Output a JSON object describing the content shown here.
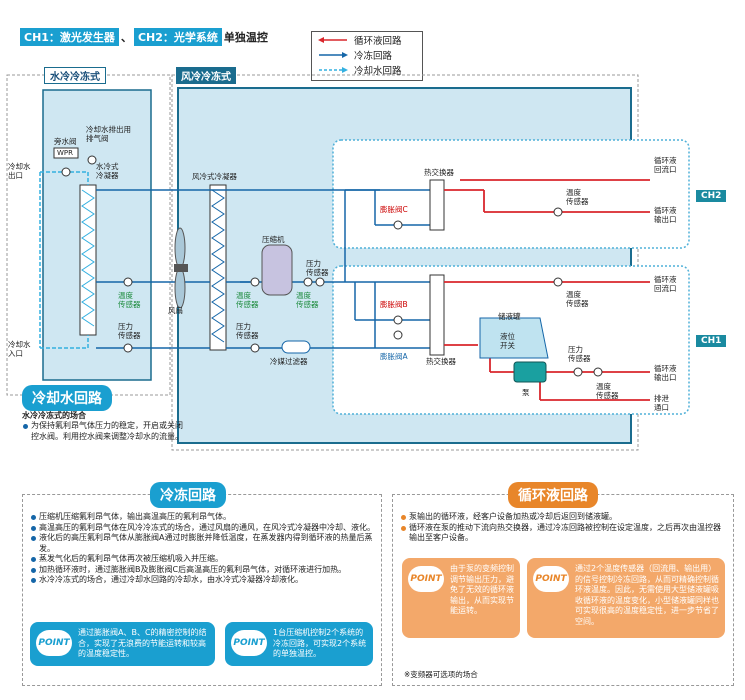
{
  "header": {
    "ch1_label": "CH1：激光发生器",
    "sep": "、",
    "ch2_label": "CH2：光学系统",
    "suffix": "单独温控"
  },
  "legend": [
    {
      "label": "循环液回路",
      "color": "#d9262c"
    },
    {
      "label": "冷冻回路",
      "color": "#1566a8"
    },
    {
      "label": "冷却水回路",
      "color": "#33b0e0"
    }
  ],
  "sections": {
    "water_cooled": "水冷冷冻式",
    "air_cooled": "风冷冷冻式"
  },
  "labels": {
    "bypass_valve": "旁水阀",
    "wpr": "WPR",
    "drain_valve": "冷却水排出用\n排气阀",
    "water_condenser": "水冷式\n冷凝器",
    "air_condenser": "风冷式冷凝器",
    "cooling_water_out": "冷却水\n出口",
    "cooling_water_in": "冷却水\n入口",
    "fan": "风扇",
    "compressor": "压缩机",
    "temp_sensor": "温度\n传感器",
    "pressure_sensor": "压力\n传感器",
    "heat_exchanger": "热交换器",
    "expansion_c": "膨胀阀C",
    "expansion_b": "膨胀阀B",
    "expansion_a": "膨胀阀A",
    "refrigerant_filter": "冷媒过滤器",
    "tank": "储液罐",
    "level_switch": "液位\n开关",
    "pump": "泵",
    "return_port": "循环液\n回流口",
    "output_port": "循环液\n输出口",
    "drain_port": "排泄\n通口",
    "ch1": "CH1",
    "ch2": "CH2"
  },
  "cooling_water": {
    "title": "冷却水回路",
    "heading": "水冷冷冻式的场合",
    "points": [
      "为保持氟利昂气体压力的稳定，开启或关闭控水阀。利用控水阀来调整冷却水的流量。"
    ]
  },
  "refrigeration": {
    "title": "冷冻回路",
    "points": [
      "压缩机压缩氟利昂气体，输出高温高压的氟利昂气体。",
      "高温高压的氟利昂气体在风冷冷冻式的场合，通过风扇的通风，在风冷式冷凝器中冷却、液化。",
      "液化后的高压氟利昂气体从膨胀阀A通过时膨胀并降低温度，在蒸发器内得到循环液的热量后蒸发。",
      "蒸发气化后的氟利昂气体再次被压缩机吸入并压缩。",
      "加热循环液时，通过膨胀阀B及膨胀阀C后高温高压的氟利昂气体，对循环液进行加热。",
      "水冷冷冻式的场合，通过冷却水回路的冷却水，由水冷式冷凝器冷却液化。"
    ],
    "point1": "通过膨胀阀A、B、C的精密控制的结合，实现了无浪费的节能运转和较高的温度稳定性。",
    "point2": "1台压缩机控制2个系统的冷冻回路，可实现2个系统的单独温控。"
  },
  "circulating": {
    "title": "循环液回路",
    "points": [
      "泵输出的循环液，经客户设备加热或冷却后返回到储液罐。",
      "循环液在泵的推动下流向热交换器，通过冷冻回路被控制在设定温度，之后再次由温控器输出至客户设备。"
    ],
    "point1": "由于泵的变频控制调节输出压力，避免了无效的循环液输出，从而实现节能运转。",
    "point2": "通过2个温度传感器（回流用、输出用）的信号控制冷冻回路，从而可精确控制循环液温度。因此，无需使用大型储液罐吸收循环液的温度变化，小型储液罐同样也可实现很高的温度稳定性，进一步节省了空间。",
    "footnote": "※变频器可选项的场合"
  },
  "point_badge": "POINT"
}
